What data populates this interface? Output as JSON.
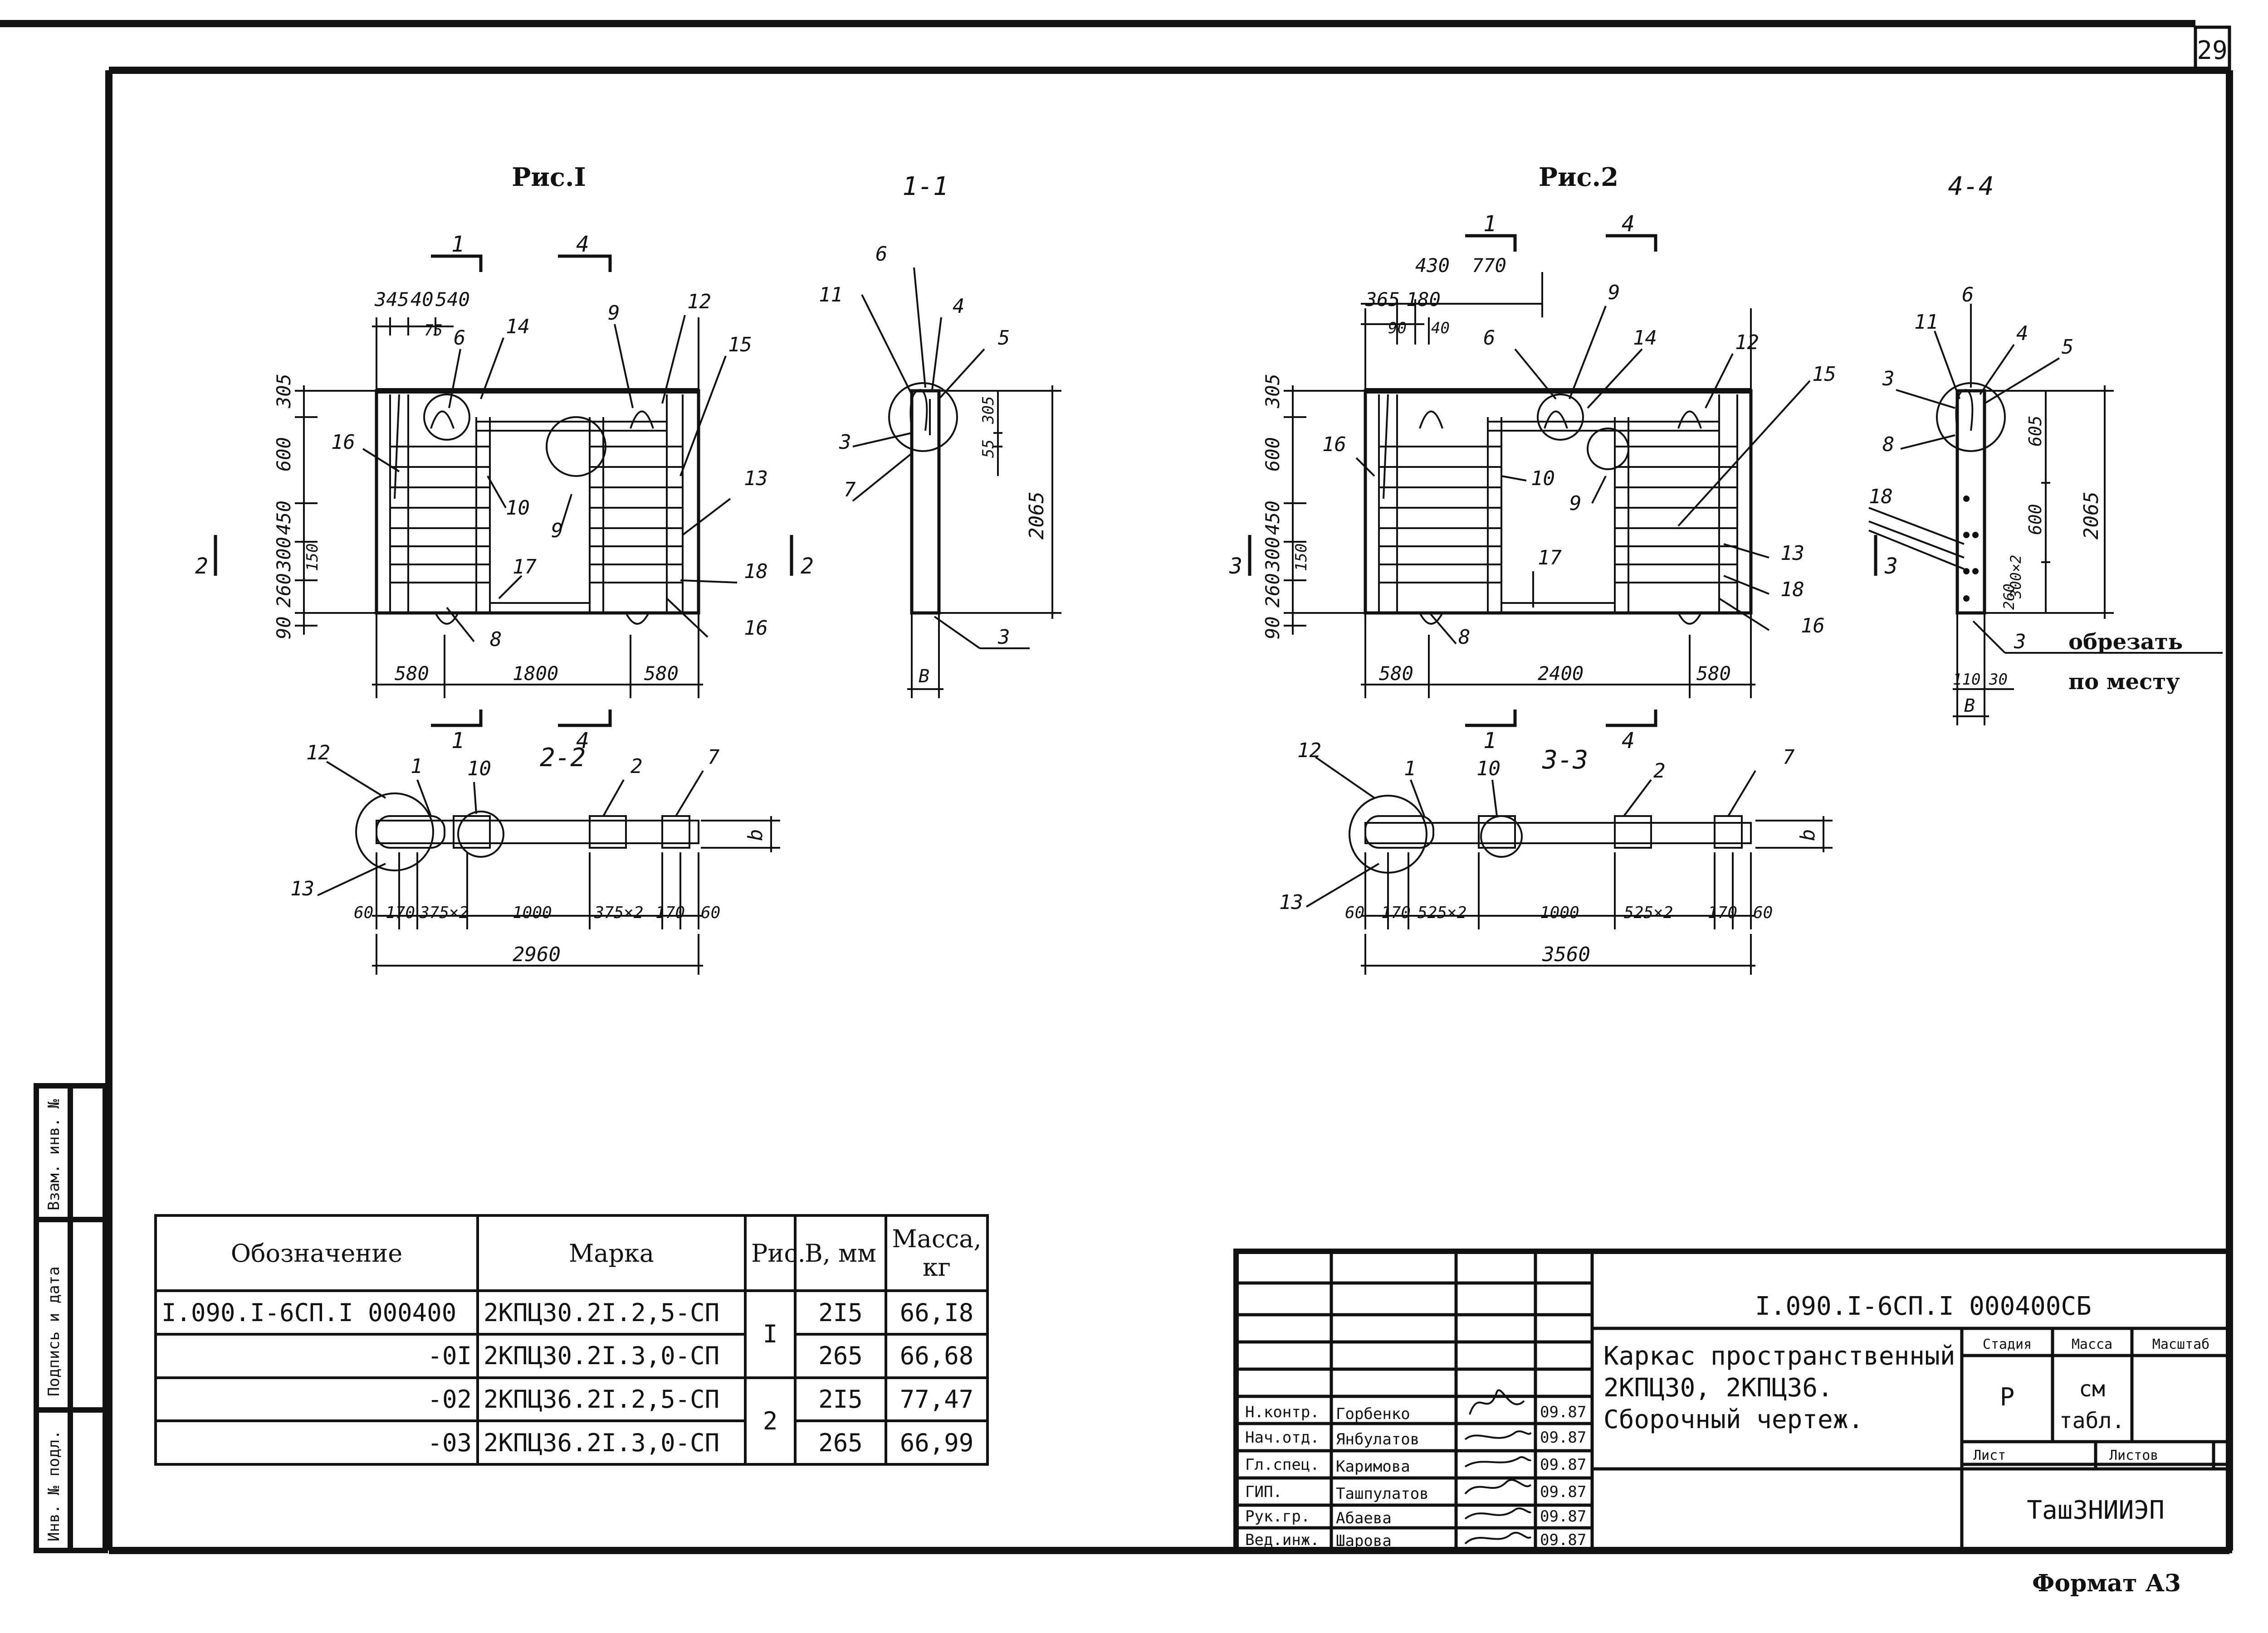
{
  "page_number": "29",
  "figures": {
    "fig1": {
      "title": "Рис.I",
      "section_1_1": "1-1",
      "section_2_2": "2-2",
      "section_2_arrow": "2",
      "cut_1": "1",
      "cut_4": "4"
    },
    "fig2": {
      "title": "Рис.2",
      "section_4_4": "4-4",
      "section_3_3": "3-3",
      "section_3_arrow": "3",
      "cut_1": "1",
      "cut_4": "4"
    },
    "fig1_dims": {
      "top": [
        "345",
        "40",
        "540",
        "75"
      ],
      "left": [
        "305",
        "600",
        "450",
        "300",
        "260",
        "90",
        "150"
      ],
      "bottom": [
        "580",
        "1800",
        "580"
      ],
      "plan": [
        "60",
        "170",
        "375×2",
        "1000",
        "375×2",
        "170",
        "60"
      ],
      "plan_total": "2960",
      "plan_side": "b",
      "section_height": "2065",
      "section_small": [
        "305",
        "55"
      ],
      "section_width": "B"
    },
    "fig2_dims": {
      "top": [
        "430",
        "770",
        "365",
        "180",
        "90",
        "40"
      ],
      "left": [
        "305",
        "600",
        "450",
        "300",
        "260",
        "90",
        "150"
      ],
      "bottom": [
        "580",
        "2400",
        "580"
      ],
      "plan": [
        "60",
        "170",
        "525×2",
        "1000",
        "525×2",
        "170",
        "60"
      ],
      "plan_total": "3560",
      "plan_side": "b",
      "section_height": "2065",
      "section_side": [
        "605",
        "600",
        "300×2",
        "260"
      ],
      "section_bottom": [
        "110",
        "30"
      ],
      "section_width": "B",
      "note_line1": "обрезать",
      "note_line2": "по месту"
    },
    "callouts_fig1": [
      "6",
      "14",
      "9",
      "12",
      "15",
      "16",
      "10",
      "9",
      "13",
      "18",
      "17",
      "8",
      "16"
    ],
    "callouts_sec11": [
      "11",
      "6",
      "4",
      "5",
      "3",
      "7",
      "3"
    ],
    "callouts_fig2": [
      "6",
      "9",
      "14",
      "12",
      "15",
      "16",
      "10",
      "9",
      "13",
      "18",
      "16",
      "17",
      "8"
    ],
    "callouts_sec44": [
      "11",
      "6",
      "4",
      "5",
      "3",
      "8",
      "18",
      "3"
    ],
    "callouts_plan1": [
      "12",
      "1",
      "10",
      "2",
      "7",
      "13"
    ],
    "callouts_plan2": [
      "12",
      "1",
      "10",
      "2",
      "7",
      "13"
    ]
  },
  "spec_table": {
    "headers": {
      "designation": "Обозначение",
      "mark": "Марка",
      "fig": "Рис.",
      "b": "B, мм",
      "mass": "Масса, кг"
    },
    "rows": [
      {
        "designation": "I.090.I-6СП.I  000400",
        "mark": "2КПЦ30.2I.2,5-СП",
        "fig": "I",
        "b": "2I5",
        "mass": "66,I8"
      },
      {
        "designation": "-0I",
        "mark": "2КПЦ30.2I.3,0-СП",
        "fig": "",
        "b": "265",
        "mass": "66,68"
      },
      {
        "designation": "-02",
        "mark": "2КПЦ36.2I.2,5-СП",
        "fig": "2",
        "b": "2I5",
        "mass": "77,47"
      },
      {
        "designation": "-03",
        "mark": "2КПЦ36.2I.3,0-СП",
        "fig": "",
        "b": "265",
        "mass": "66,99"
      }
    ]
  },
  "side_stamp": [
    "Инв. № подл.",
    "Подпись и дата",
    "Взам. инв. №"
  ],
  "title_block": {
    "doc_code": "I.090.I-6СП.I  000400СБ",
    "name_line1": "Каркас пространственный",
    "name_line2": "2КПЦ30, 2КПЦ36.",
    "name_line3": "Сборочный чертеж.",
    "stage_h": "Стадия",
    "mass_h": "Масса",
    "scale_h": "Масштаб",
    "stage": "Р",
    "mass_line1": "см",
    "mass_line2": "табл.",
    "sheet_h": "Лист",
    "sheets_h": "Листов",
    "org": "ТашЗНИИЭП",
    "signatures": [
      {
        "role": "Н.контр.",
        "name": "Горбенко",
        "date": "09.87"
      },
      {
        "role": "Нач.отд.",
        "name": "Янбулатов",
        "date": "09.87"
      },
      {
        "role": "Гл.спец.",
        "name": "Каримова",
        "date": "09.87"
      },
      {
        "role": "ГИП.",
        "name": "Ташпулатов",
        "date": "09.87"
      },
      {
        "role": "Рук.гр.",
        "name": "Абаева",
        "date": "09.87"
      },
      {
        "role": "Вед.инж.",
        "name": "Шарова",
        "date": "09.87"
      }
    ]
  },
  "format": "Формат А3"
}
